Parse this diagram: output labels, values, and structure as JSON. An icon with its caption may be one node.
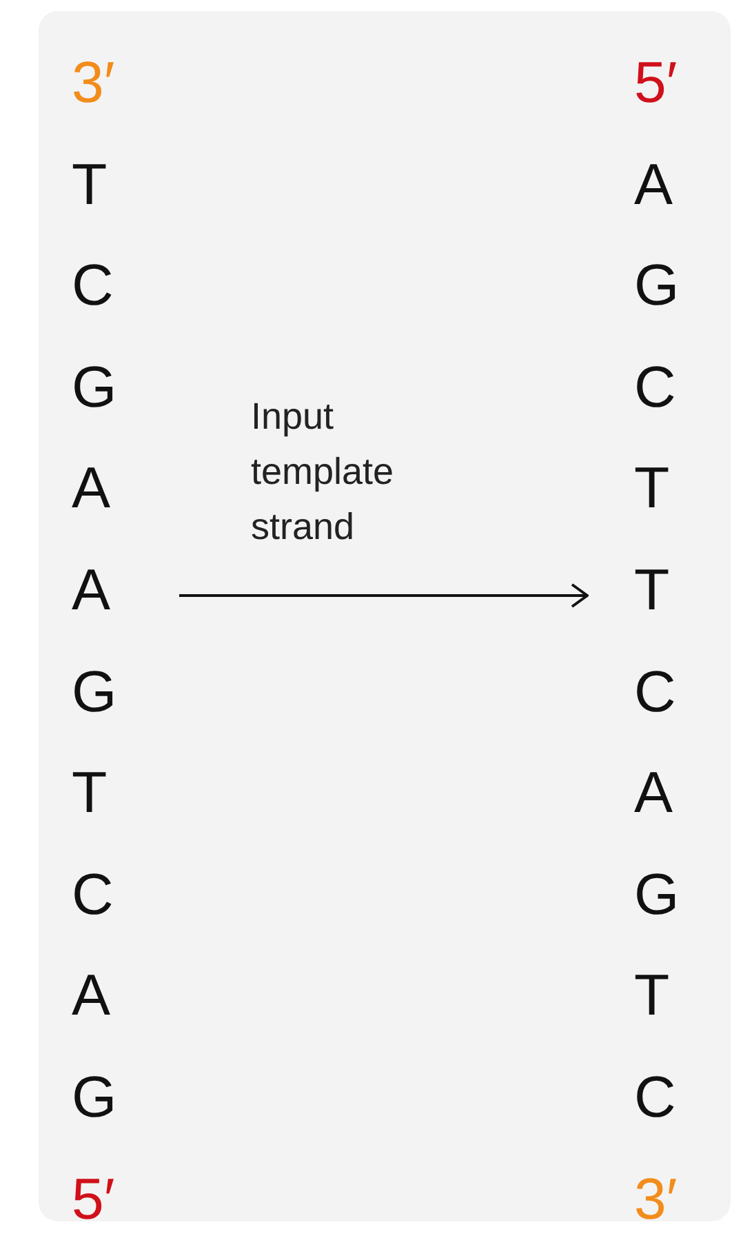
{
  "diagram": {
    "nodes": [
      {
        "text": [
          "3′",
          "T",
          "C",
          "G",
          "A",
          "A",
          "G",
          "T",
          "C",
          "A",
          "G",
          "5′"
        ]
      },
      {
        "text": [
          "5′",
          "A",
          "G",
          "C",
          "T",
          "T",
          "C",
          "A",
          "G",
          "T",
          "C",
          "3′"
        ]
      }
    ],
    "edges": [
      {
        "from": 0,
        "to": 1,
        "arrow": "to",
        "label": "Input template strand"
      }
    ]
  }
}
